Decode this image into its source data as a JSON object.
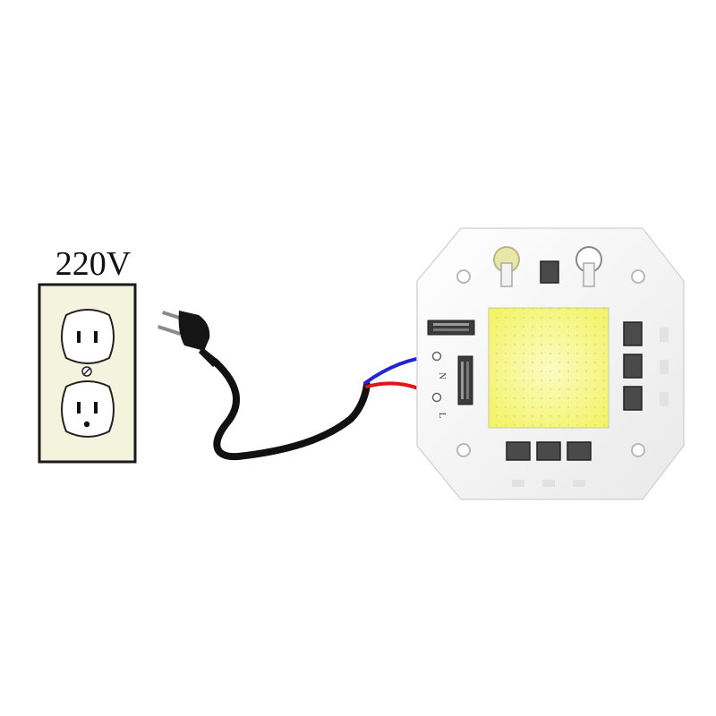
{
  "supply": {
    "voltage_label": "220V"
  },
  "led_board": {
    "terminal_n": "N",
    "terminal_l": "L"
  },
  "colors": {
    "outlet_bg": "#f4f3dd",
    "wire_black": "#111111",
    "wire_blue": "#2424d6",
    "wire_red": "#e01515",
    "led_yellow": "#f6f79a",
    "board_white": "#ffffff",
    "component_dark": "#4a4a4a"
  },
  "icons": [
    "wall-outlet-icon",
    "power-plug-icon",
    "led-cob-module-icon"
  ]
}
